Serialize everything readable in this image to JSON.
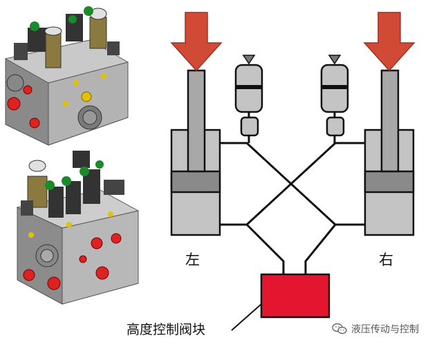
{
  "labels": {
    "left": "左",
    "right": "右",
    "block": "高度控制阀块"
  },
  "watermark": {
    "text": "液压传动与控制",
    "icon": "wechat-icon"
  },
  "colors": {
    "arrow": "#d14a35",
    "block": "#e4152f",
    "cylinder": "#c4c4c4",
    "cylinder_dark": "#8a8a8a",
    "line": "#111111"
  }
}
